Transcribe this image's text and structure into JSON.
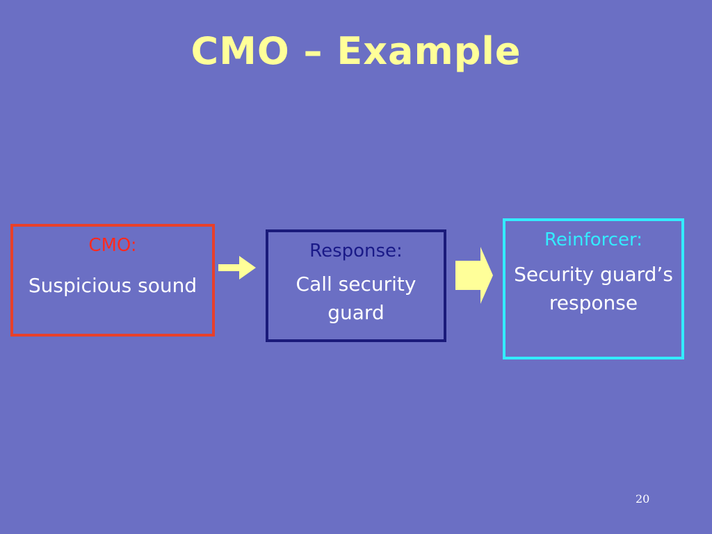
{
  "slide": {
    "title": "CMO – Example",
    "page_number": "20"
  },
  "diagram": {
    "boxes": [
      {
        "heading": "CMO:",
        "body": "Suspicious sound",
        "border_color": "#e8402a",
        "heading_color": "#ff2a1f"
      },
      {
        "heading": "Response:",
        "body": "Call security guard",
        "border_color": "#1a1a7a",
        "heading_color": "#1a1a88"
      },
      {
        "heading": "Reinforcer:",
        "body": "Security guard’s response",
        "border_color": "#33ecff",
        "heading_color": "#33ecff"
      }
    ],
    "arrow_color": "#ffff99"
  }
}
